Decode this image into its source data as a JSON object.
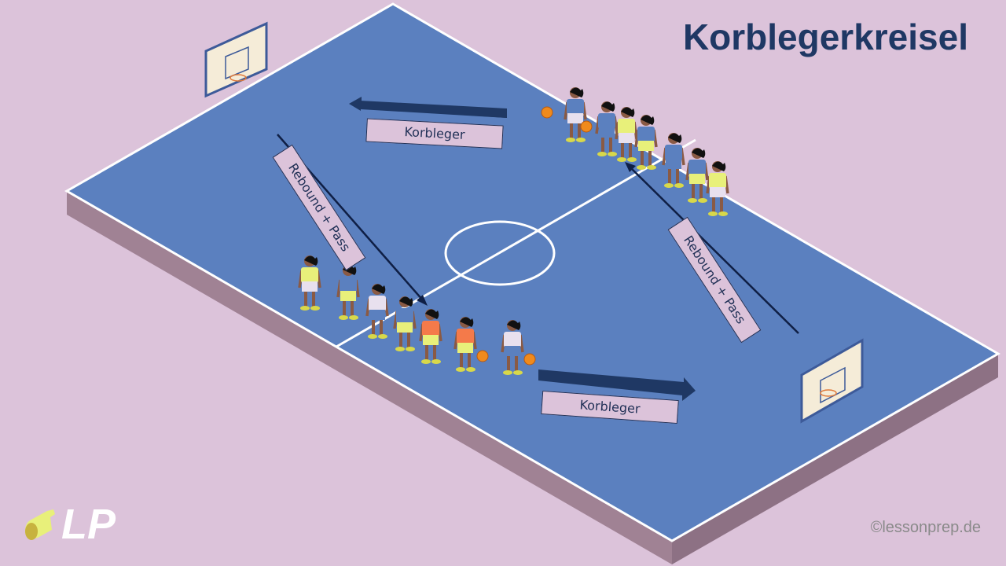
{
  "title": "Korblegerkreisel",
  "copyright": "©lessonprep.de",
  "logo_text": "LP",
  "labels": {
    "korbleger_top": "Korbleger",
    "korbleger_bottom": "Korbleger",
    "rebound_left": "Rebound + Pass",
    "rebound_right": "Rebound + Pass"
  },
  "colors": {
    "background": "#dcc3da",
    "court": "#5b80bf",
    "court_side": "#a08294",
    "arrow": "#1f3864",
    "lines": "#ffffff"
  },
  "players_top": [
    {
      "shirt": "#5b80bf",
      "shorts": "#e8e0ee",
      "ball": true
    },
    {
      "shirt": "#5b80bf",
      "shorts": "#5b80bf",
      "ball": true
    },
    {
      "shirt": "#e8f07a",
      "shorts": "#e8e0ee",
      "ball": false
    },
    {
      "shirt": "#5b80bf",
      "shorts": "#e8f07a",
      "ball": false
    },
    {
      "shirt": "#5b80bf",
      "shorts": "#5b80bf",
      "ball": false
    },
    {
      "shirt": "#5b80bf",
      "shorts": "#e8f07a",
      "ball": false
    },
    {
      "shirt": "#e8f07a",
      "shorts": "#e8e0ee",
      "ball": false
    }
  ],
  "players_bottom": [
    {
      "shirt": "#e8f07a",
      "shorts": "#e8e0ee",
      "ball": false
    },
    {
      "shirt": "#5b80bf",
      "shorts": "#e8f07a",
      "ball": false
    },
    {
      "shirt": "#e8e0ee",
      "shorts": "#5b80bf",
      "ball": false
    },
    {
      "shirt": "#5b80bf",
      "shorts": "#e8f07a",
      "ball": false
    },
    {
      "shirt": "#f47a4a",
      "shorts": "#e8f07a",
      "ball": false
    },
    {
      "shirt": "#f47a4a",
      "shorts": "#e8f07a",
      "ball": true
    },
    {
      "shirt": "#e8e0ee",
      "shorts": "#5b80bf",
      "ball": true
    }
  ]
}
